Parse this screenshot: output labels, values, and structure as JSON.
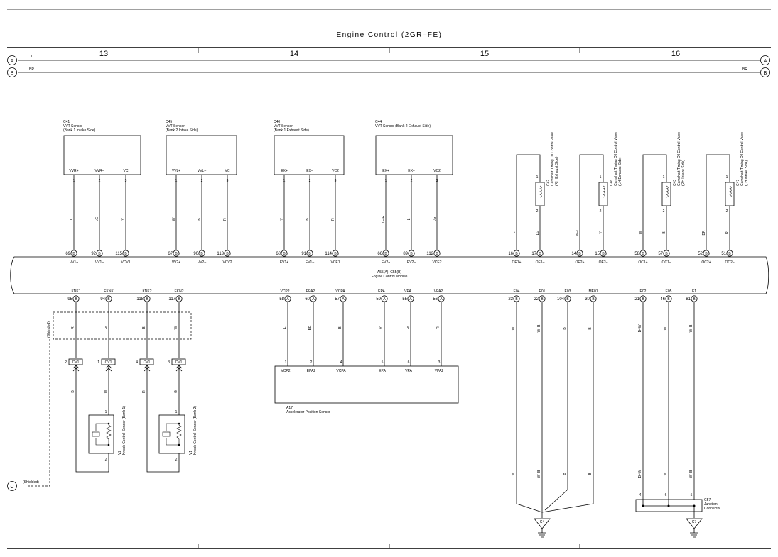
{
  "title": "Engine Control (2GR–FE)",
  "columns": [
    "13",
    "14",
    "15",
    "16"
  ],
  "rails": [
    {
      "id": "A",
      "wire": "L"
    },
    {
      "id": "B",
      "wire": "BR"
    }
  ],
  "shield_circle": "C",
  "shielded_label": "(Shielded)",
  "vvt_sensors": [
    {
      "code": "C41",
      "name": "VVT Sensor",
      "sub": "(Bank 1 Intake Side)",
      "pins": [
        {
          "label": "VVR+",
          "num": "1",
          "wire": "L",
          "ecm_pin": "69",
          "ecm_conn": "B",
          "ecm_label": "VV1+"
        },
        {
          "label": "VVR–",
          "num": "2",
          "wire": "LG",
          "ecm_pin": "92",
          "ecm_conn": "B",
          "ecm_label": "VV1–"
        },
        {
          "label": "VC",
          "num": "3",
          "wire": "Y",
          "ecm_pin": "115",
          "ecm_conn": "B",
          "ecm_label": "VCV1"
        }
      ]
    },
    {
      "code": "C45",
      "name": "VVT Sensor",
      "sub": "(Bank 2 Intake Side)",
      "pins": [
        {
          "label": "VVL+",
          "num": "1",
          "wire": "W",
          "ecm_pin": "67",
          "ecm_conn": "B",
          "ecm_label": "VV2+"
        },
        {
          "label": "VVL–",
          "num": "2",
          "wire": "B",
          "ecm_pin": "90",
          "ecm_conn": "B",
          "ecm_label": "VV2–"
        },
        {
          "label": "VC",
          "num": "3",
          "wire": "R",
          "ecm_pin": "113",
          "ecm_conn": "B",
          "ecm_label": "VCV2"
        }
      ]
    },
    {
      "code": "C40",
      "name": "VVT Sensor",
      "sub": "(Bank 1 Exhaust Side)",
      "pins": [
        {
          "label": "EX+",
          "num": "1",
          "wire": "Y",
          "ecm_pin": "68",
          "ecm_conn": "B",
          "ecm_label": "EV1+"
        },
        {
          "label": "EX–",
          "num": "2",
          "wire": "B",
          "ecm_pin": "91",
          "ecm_conn": "B",
          "ecm_label": "EV1–"
        },
        {
          "label": "VC2",
          "num": "3",
          "wire": "R",
          "ecm_pin": "114",
          "ecm_conn": "B",
          "ecm_label": "VCE1"
        }
      ]
    },
    {
      "code": "C44",
      "name": "VVT Sensor (Bank 2 Exhaust Side)",
      "sub": "",
      "pins": [
        {
          "label": "EX+",
          "num": "1",
          "wire": "G–R",
          "ecm_pin": "66",
          "ecm_conn": "B",
          "ecm_label": "EV2+"
        },
        {
          "label": "EX–",
          "num": "2",
          "wire": "L",
          "ecm_pin": "89",
          "ecm_conn": "B",
          "ecm_label": "EV2–"
        },
        {
          "label": "VC2",
          "num": "3",
          "wire": "LG",
          "ecm_pin": "112",
          "ecm_conn": "B",
          "ecm_label": "VCE2"
        }
      ]
    }
  ],
  "ocv_valves": [
    {
      "code": "C42",
      "name": "Camshaft Timing Oil Control Valve",
      "sub": "(RH Exhaust Side)",
      "wires": [
        {
          "wire": "L",
          "ecm_pin": "16",
          "ecm_conn": "B",
          "ecm_label": "OE1+"
        },
        {
          "wire": "LG",
          "ecm_pin": "17",
          "ecm_conn": "B",
          "ecm_label": "OE1–"
        }
      ]
    },
    {
      "code": "C46",
      "name": "Camshaft Timing Oil Control Valve",
      "sub": "(LH Exhaust Side)",
      "wires": [
        {
          "wire": "W–L",
          "ecm_pin": "14",
          "ecm_conn": "B",
          "ecm_label": "OE2+"
        },
        {
          "wire": "Y",
          "ecm_pin": "15",
          "ecm_conn": "B",
          "ecm_label": "OE2–"
        }
      ]
    },
    {
      "code": "C43",
      "name": "Camshaft Timing Oil Control Valve",
      "sub": "(RH Intake Side)",
      "wires": [
        {
          "wire": "W",
          "ecm_pin": "58",
          "ecm_conn": "B",
          "ecm_label": "OC1+"
        },
        {
          "wire": "B",
          "ecm_pin": "57",
          "ecm_conn": "B",
          "ecm_label": "OC1–"
        }
      ]
    },
    {
      "code": "C47",
      "name": "Camshaft Timing Oil Control Valve",
      "sub": "(LH Intake Side)",
      "wires": [
        {
          "wire": "BR",
          "ecm_pin": "52",
          "ecm_conn": "B",
          "ecm_label": "OC2+"
        },
        {
          "wire": "R",
          "ecm_pin": "51",
          "ecm_conn": "B",
          "ecm_label": "OC2–"
        }
      ]
    }
  ],
  "ocv_pins": [
    "1",
    "2"
  ],
  "ecm": {
    "line1": "A55(A), C55(B)",
    "line2": "Engine Control Module"
  },
  "knock_pins": [
    {
      "label": "KNK1",
      "ecm_pin": "95",
      "conn": "B",
      "wire_top": "R",
      "cv_pin": "2",
      "cv": "CV1",
      "wire_bottom": "B"
    },
    {
      "label": "EKNK",
      "ecm_pin": "94",
      "conn": "B",
      "wire_top": "G",
      "cv_pin": "1",
      "cv": "CV1",
      "wire_bottom": "W"
    },
    {
      "label": "KNK2",
      "ecm_pin": "118",
      "conn": "B",
      "wire_top": "B",
      "cv_pin": "4",
      "cv": "CV1",
      "wire_bottom": "R"
    },
    {
      "label": "EKN2",
      "ecm_pin": "117",
      "conn": "B",
      "wire_top": "W",
      "cv_pin": "3",
      "cv": "CV1",
      "wire_bottom": "G"
    }
  ],
  "knock_sensors": [
    {
      "code": "V2",
      "name": "Knock Control Sensor (Bank 1)",
      "pin_top": "1",
      "pin_bottom": "2"
    },
    {
      "code": "V1",
      "name": "Knock Control Sensor (Bank 2)",
      "pin_top": "1",
      "pin_bottom": "2"
    }
  ],
  "accel_pins": [
    {
      "label": "VCP2",
      "ecm_pin": "58",
      "conn": "A",
      "wire": "L",
      "num": "1"
    },
    {
      "label": "EPA2",
      "ecm_pin": "60",
      "conn": "A",
      "wire": "BE",
      "num": "2"
    },
    {
      "label": "VCPA",
      "ecm_pin": "57",
      "conn": "A",
      "wire": "B",
      "num": "4"
    },
    {
      "label": "EPA",
      "ecm_pin": "59",
      "conn": "A",
      "wire": "Y",
      "num": "5"
    },
    {
      "label": "VPA",
      "ecm_pin": "55",
      "conn": "A",
      "wire": "G",
      "num": "6"
    },
    {
      "label": "VPA2",
      "ecm_pin": "56",
      "conn": "A",
      "wire": "R",
      "num": "3"
    }
  ],
  "accel_sensor": {
    "code": "A17",
    "name": "Accelerator Position Sensor"
  },
  "ground_pins": [
    {
      "label": "E04",
      "ecm_pin": "23",
      "conn": "B",
      "wire": "W"
    },
    {
      "label": "E01",
      "ecm_pin": "22",
      "conn": "B",
      "wire": "W–B"
    },
    {
      "label": "E03",
      "ecm_pin": "104",
      "conn": "B",
      "wire": "B"
    },
    {
      "label": "ME01",
      "ecm_pin": "30",
      "conn": "B",
      "wire": "B"
    },
    {
      "label": "E02",
      "ecm_pin": "21",
      "conn": "B",
      "wire": "B–W"
    },
    {
      "label": "E05",
      "ecm_pin": "46",
      "conn": "B",
      "wire": "W"
    },
    {
      "label": "E1",
      "ecm_pin": "81",
      "conn": "B",
      "wire": "W–B"
    }
  ],
  "junction": {
    "code": "C57",
    "line1": "Junction",
    "line2": "Connector",
    "pins": [
      "4",
      "6",
      "5"
    ]
  },
  "grounds": [
    "C4",
    "C7"
  ]
}
